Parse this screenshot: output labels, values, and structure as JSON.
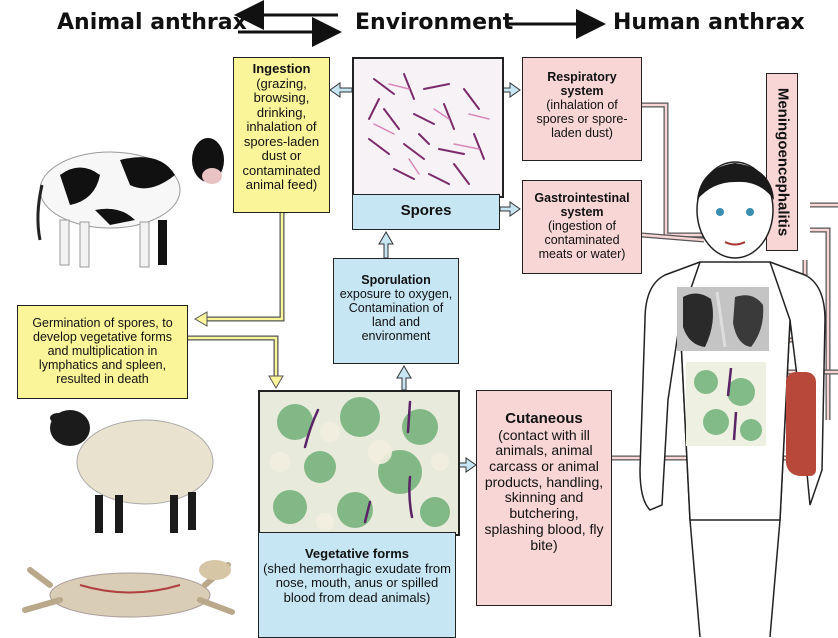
{
  "header": {
    "left": "Animal anthrax",
    "center": "Environment",
    "right": "Human anthrax"
  },
  "boxes": {
    "ingestion": {
      "title": "Ingestion",
      "body": "(grazing, browsing, drinking, inhalation of spores-laden dust or contaminated animal feed)"
    },
    "germination": {
      "body": "Germination of spores, to develop vegetative forms and multiplication in lymphatics and spleen, resulted in death"
    },
    "spores": {
      "title": "Spores"
    },
    "sporulation": {
      "title": "Sporulation",
      "body": "exposure to oxygen, Contamination of land and environment"
    },
    "vegetative": {
      "title": "Vegetative forms",
      "body": "(shed hemorrhagic exudate from nose, mouth, anus or spilled blood from dead animals)"
    },
    "respiratory": {
      "title": "Respiratory system",
      "body": "(inhalation of spores or spore-laden dust)"
    },
    "gastrointestinal": {
      "title": "Gastrointestinal system",
      "body": "(ingestion of contaminated meats or water)"
    },
    "cutaneous": {
      "title": "Cutaneous",
      "body": "(contact with ill animals, animal carcass or animal products, handling, skinning and butchering, splashing blood, fly bite)"
    },
    "meningo": {
      "title": "Meningoencephalitis"
    }
  },
  "colors": {
    "yellow": "#fbf59a",
    "blue": "#c7e6f4",
    "pink": "#f8d6d6"
  }
}
